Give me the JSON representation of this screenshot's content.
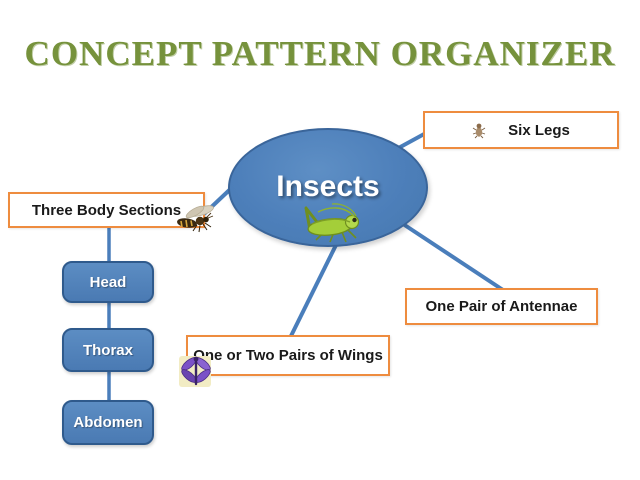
{
  "title": "CONCEPT PATTERN ORGANIZER",
  "center_node": {
    "label": "Insects",
    "icon": "grasshopper-icon"
  },
  "attribute_nodes": [
    {
      "id": "six-legs",
      "label": "Six Legs",
      "icon": "fly-icon"
    },
    {
      "id": "three-body-sections",
      "label": "Three Body Sections",
      "icon": "wasp-icon"
    },
    {
      "id": "one-pair-antennae",
      "label": "One Pair of Antennae",
      "icon": null
    },
    {
      "id": "one-or-two-pairs-wings",
      "label": "One or Two Pairs of Wings",
      "icon": "dragonfly-icon"
    }
  ],
  "body_sections": [
    {
      "label": "Head"
    },
    {
      "label": "Thorax"
    },
    {
      "label": "Abdomen"
    }
  ],
  "connections": [
    {
      "from": "insects",
      "to": "six-legs"
    },
    {
      "from": "insects",
      "to": "three-body-sections"
    },
    {
      "from": "insects",
      "to": "one-pair-antennae"
    },
    {
      "from": "insects",
      "to": "one-or-two-pairs-wings"
    },
    {
      "from": "three-body-sections",
      "to": "head"
    },
    {
      "from": "head",
      "to": "thorax"
    },
    {
      "from": "thorax",
      "to": "abdomen"
    }
  ],
  "colors": {
    "title_green": "#76923C",
    "node_blue_fill": "#4D7FBA",
    "node_blue_border": "#2F5A8C",
    "connector_blue": "#4A7EBB",
    "attribute_border_orange": "#EE8C3F",
    "label_text": "#1A1A1A"
  }
}
